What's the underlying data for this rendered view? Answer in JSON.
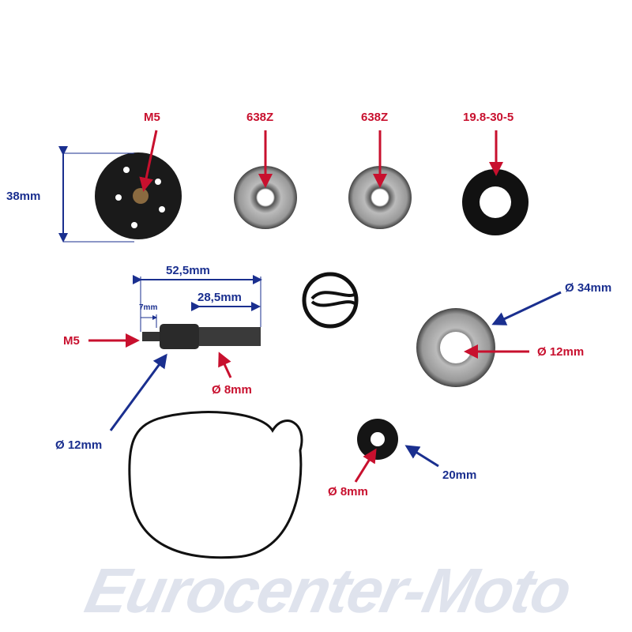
{
  "watermark": "Eurocenter-Moto",
  "labels": {
    "impeller_thread": "M5",
    "impeller_height": "38mm",
    "bearing1": "638Z",
    "bearing2": "638Z",
    "oil_seal": "19.8-30-5",
    "shaft_length": "52,5mm",
    "shaft_thread_len": "7mm",
    "shaft_end_len": "28,5mm",
    "shaft_thread": "M5",
    "shaft_collar": "Ø 12mm",
    "shaft_dia": "Ø 8mm",
    "seal_outer": "Ø 34mm",
    "seal_inner": "Ø 12mm",
    "small_seal_inner": "Ø 8mm",
    "small_seal_height": "20mm"
  },
  "colors": {
    "red": "#c8102e",
    "blue": "#1a2f8f"
  }
}
